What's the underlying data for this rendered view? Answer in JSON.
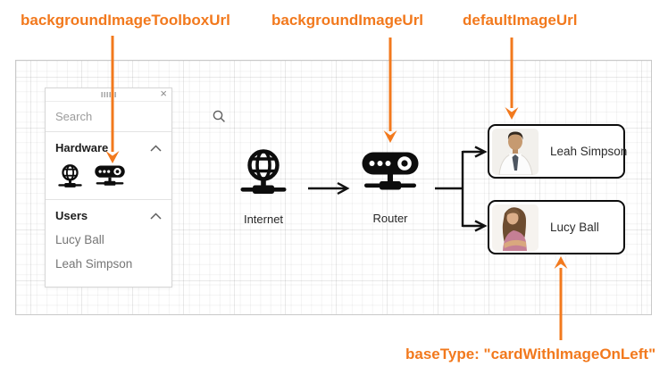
{
  "annotations": {
    "accent_color": "#F2791D",
    "background_image_toolbox_url_label": "backgroundImageToolboxUrl",
    "background_image_url_label": "backgroundImageUrl",
    "default_image_url_label": "defaultImageUrl",
    "base_type_label": "baseType: \"cardWithImageOnLeft\""
  },
  "toolbox": {
    "close_glyph": "×",
    "search": {
      "placeholder": "Search"
    },
    "groups": [
      {
        "title": "Hardware"
      },
      {
        "title": "Users"
      }
    ],
    "users": [
      "Lucy Ball",
      "Leah Simpson"
    ]
  },
  "diagram": {
    "nodes": {
      "internet": {
        "label": "Internet"
      },
      "router": {
        "label": "Router"
      },
      "card_top": {
        "name": "Leah Simpson"
      },
      "card_bottom": {
        "name": "Lucy Ball"
      }
    }
  }
}
